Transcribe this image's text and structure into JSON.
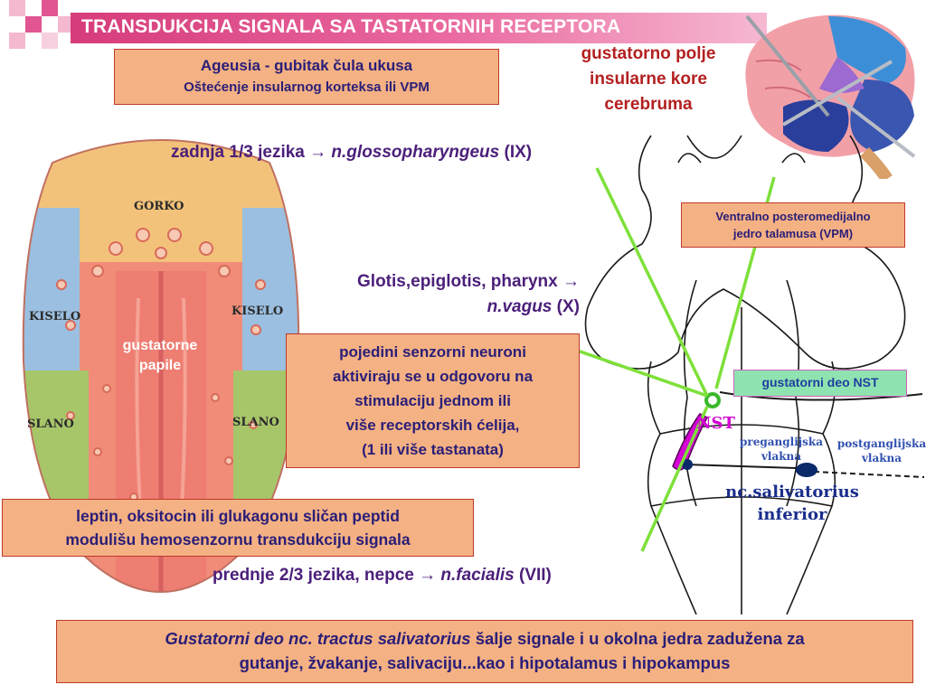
{
  "slide": {
    "title": "TRANSDUKCIJA SIGNALA SA TASTATORNIH RECEPTORA"
  },
  "ageusia": {
    "line1": "Ageusia - gubitak čula ukusa",
    "line2": "Oštećenje insularnog korteksa ili VPM"
  },
  "cortex_label": {
    "line1": "gustatorno polje",
    "line2": "insularne kore",
    "line3": "cerebruma"
  },
  "nerves": {
    "posterior": {
      "prefix": "zadnja 1/3  jezika → ",
      "name": "n.glossopharyngeus",
      "suffix": " (IX)"
    },
    "vagus": {
      "line1": "Glotis,epiglotis, pharynx →",
      "name": "n.vagus",
      "suffix": " (X)"
    },
    "facialis": {
      "prefix": "prednje 2/3 jezika, nepce → ",
      "name": "n.facialis",
      "suffix": " (VII)"
    }
  },
  "vpm_box": {
    "line1": "Ventralno posteromedijalno",
    "line2": "jedro talamusa (VPM)"
  },
  "neuron_box": {
    "line1": "pojedini senzorni neuroni",
    "line2": "aktiviraju se u odgovoru na",
    "line3": "stimulaciju jednom ili",
    "line4": "više receptorskih ćelija,",
    "line5": "(1 ili više tastanata)"
  },
  "nst_box": {
    "label": "gustatorni deo NST"
  },
  "brainstem_labels": {
    "nst": "NST",
    "preganglionic": "preganglijska vlakna",
    "postganglionic": "postganglijska vlakna",
    "nucleus_line1": "nc.salivatorius",
    "nucleus_line2": "inferior"
  },
  "tongue": {
    "bitter": "GORKO",
    "sour_left": "KISELO",
    "sour_right": "KISELO",
    "salty_left": "SLANO",
    "salty_right": "SLANO",
    "papillae_line1": "gustatorne",
    "papillae_line2": "papile"
  },
  "leptin_box": {
    "line1": "leptin, oksitocin ili glukagonu sličan peptid",
    "line2": "modulišu hemosenzornu transdukciju signala"
  },
  "bottom_box": {
    "italic_part": "Gustatorni deo nc. tractus salivatorius",
    "rest_line1": " šalje signale i u okolna jedra zadužena za",
    "line2": "gutanje, žvakanje, salivaciju...kao i hipotalamus i hipokampus"
  },
  "colors": {
    "title_bar": "#d63c7a",
    "box_fill": "#f4b183",
    "box_border": "#c0392b",
    "nerve_line": "#7ee03a",
    "nst_fill": "#d400d4"
  }
}
